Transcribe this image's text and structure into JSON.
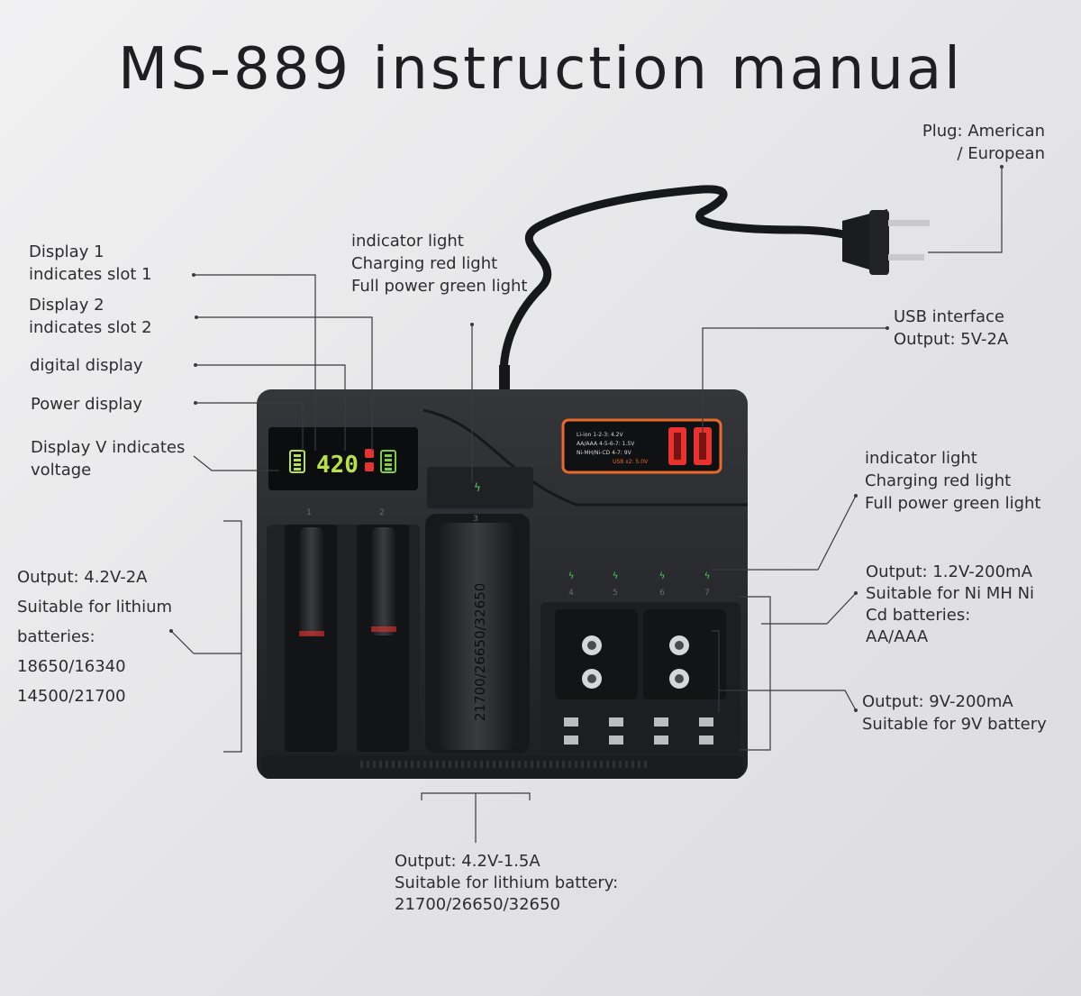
{
  "title": "MS-889 instruction manual",
  "plug": {
    "lines": [
      "Plug: American",
      "/ European"
    ]
  },
  "display1": {
    "lines": [
      "Display 1",
      "indicates slot 1"
    ]
  },
  "display2": {
    "lines": [
      "Display 2",
      "indicates slot 2"
    ]
  },
  "digital_display": {
    "lines": [
      "digital display"
    ]
  },
  "power_display": {
    "lines": [
      "Power display"
    ]
  },
  "display_v": {
    "lines": [
      "Display V indicates",
      "voltage"
    ]
  },
  "indicator_top": {
    "lines": [
      "indicator light",
      "Charging red light",
      "Full power green light"
    ]
  },
  "usb": {
    "lines": [
      "USB interface",
      "Output: 5V-2A"
    ]
  },
  "indicator_right": {
    "lines": [
      "indicator light",
      "Charging red light",
      "Full power green light"
    ]
  },
  "output_lithium_left": {
    "lines": [
      "Output: 4.2V-2A",
      "Suitable for lithium",
      "batteries:",
      "18650/16340",
      "14500/21700"
    ]
  },
  "output_nimh": {
    "lines": [
      "Output: 1.2V-200mA",
      "Suitable for Ni MH Ni",
      "Cd batteries:",
      "AA/AAA"
    ]
  },
  "output_9v": {
    "lines": [
      "Output: 9V-200mA",
      "Suitable for 9V battery"
    ]
  },
  "output_lithium_bottom": {
    "lines": [
      "Output: 4.2V-1.5A",
      "Suitable for lithium battery:",
      "21700/26650/32650"
    ]
  },
  "device": {
    "lcd_reading": "420",
    "battery_print": "21700/26650/32650",
    "slot_numbers": [
      "1",
      "2",
      "3",
      "4",
      "5",
      "6",
      "7"
    ],
    "spec_panel": [
      "Li-ion 1-2-3: 4.2V",
      "AA/AAA 4-5-6-7: 1.5V",
      "Ni-MH/Ni-CD 4-7: 9V",
      "USB x2: 5.0V"
    ],
    "body_color": "#2a2b2e",
    "accent_color": "#e8692a",
    "lcd_green": "#b8e04a",
    "lcd_red": "#e8322f"
  }
}
